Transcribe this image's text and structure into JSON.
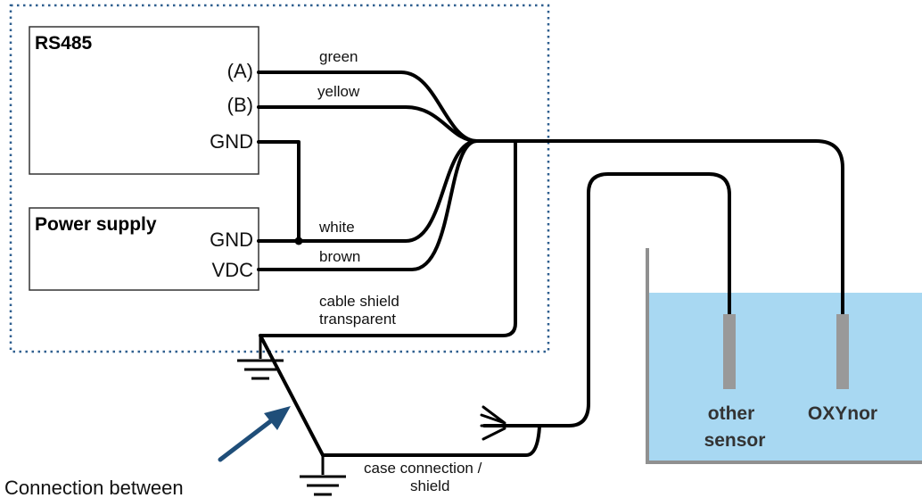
{
  "boxes": {
    "rs485": {
      "title": "RS485",
      "pins": [
        "(A)",
        "(B)",
        "GND"
      ]
    },
    "power": {
      "title": "Power supply",
      "pins": [
        "GND",
        "VDC"
      ]
    }
  },
  "wires": {
    "green": "green",
    "yellow": "yellow",
    "white": "white",
    "brown": "brown",
    "shield_1": "cable shield",
    "shield_2": "transparent",
    "case_1": "case connection /",
    "case_2": "shield"
  },
  "sensors": {
    "other_1": "other",
    "other_2": "sensor",
    "oxynor": "OXYnor"
  },
  "note": "Connection between",
  "colors": {
    "water": "#a8d8f2",
    "tank_wall": "#909090",
    "probe": "#999999",
    "dotted_border": "#2f5f8f",
    "arrow": "#1f4e79"
  }
}
